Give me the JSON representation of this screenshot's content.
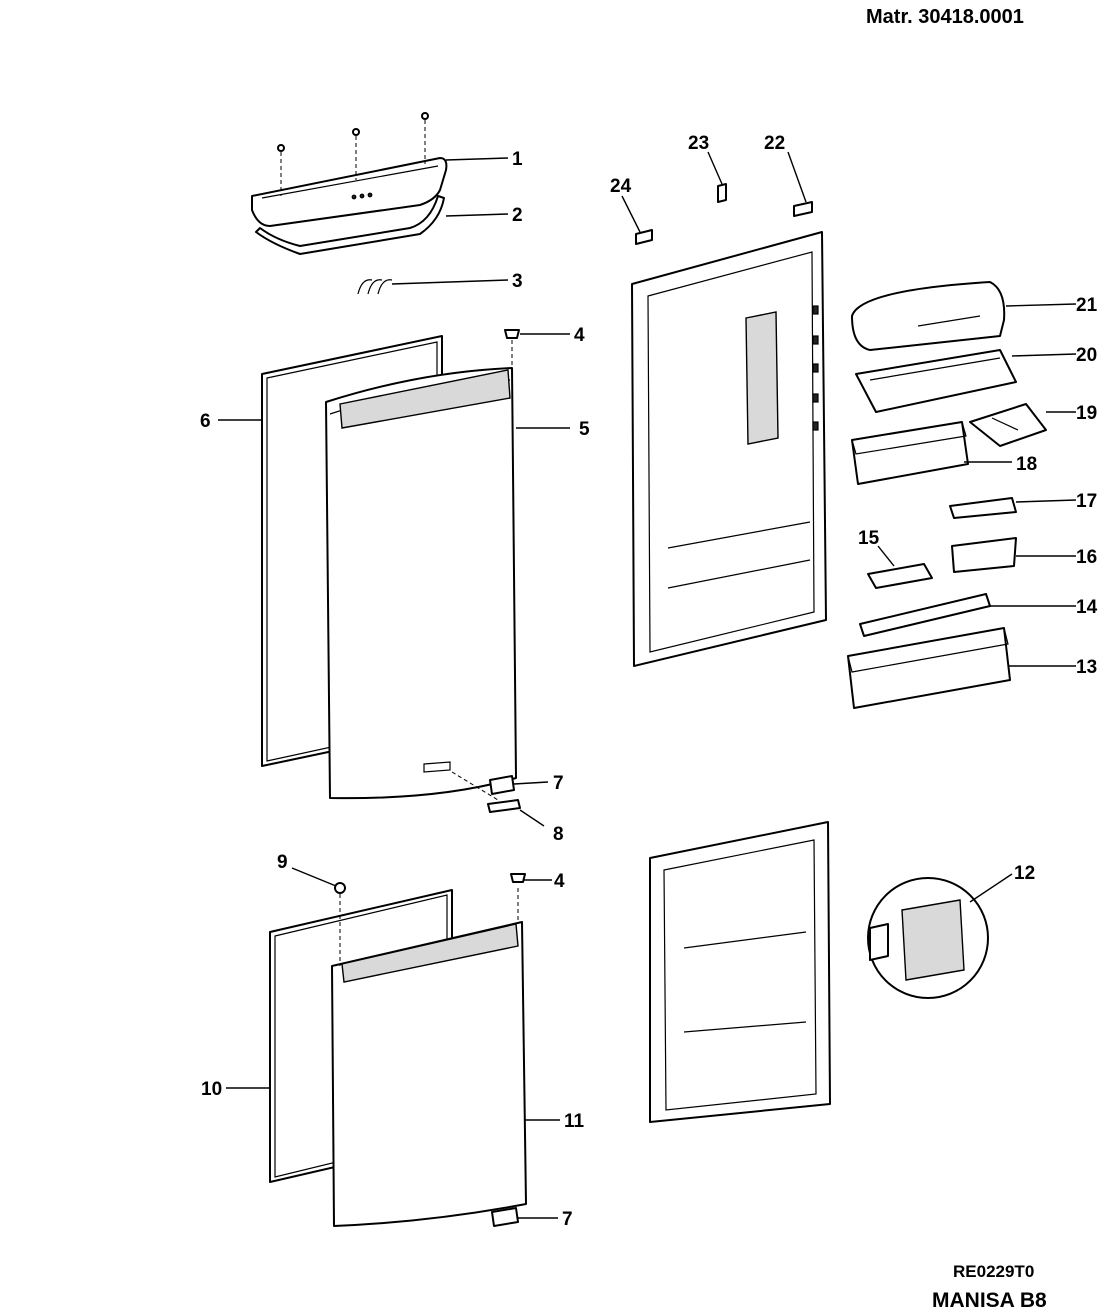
{
  "header": {
    "material_number": "Matr. 30418.0001"
  },
  "footer": {
    "drawing_code": "RE0229T0",
    "model": "MANISA B8"
  },
  "callouts": [
    "1",
    "2",
    "3",
    "4",
    "5",
    "6",
    "7",
    "8",
    "9",
    "10",
    "11",
    "12",
    "13",
    "14",
    "15",
    "16",
    "17",
    "18",
    "19",
    "20",
    "21",
    "22",
    "23",
    "24"
  ]
}
